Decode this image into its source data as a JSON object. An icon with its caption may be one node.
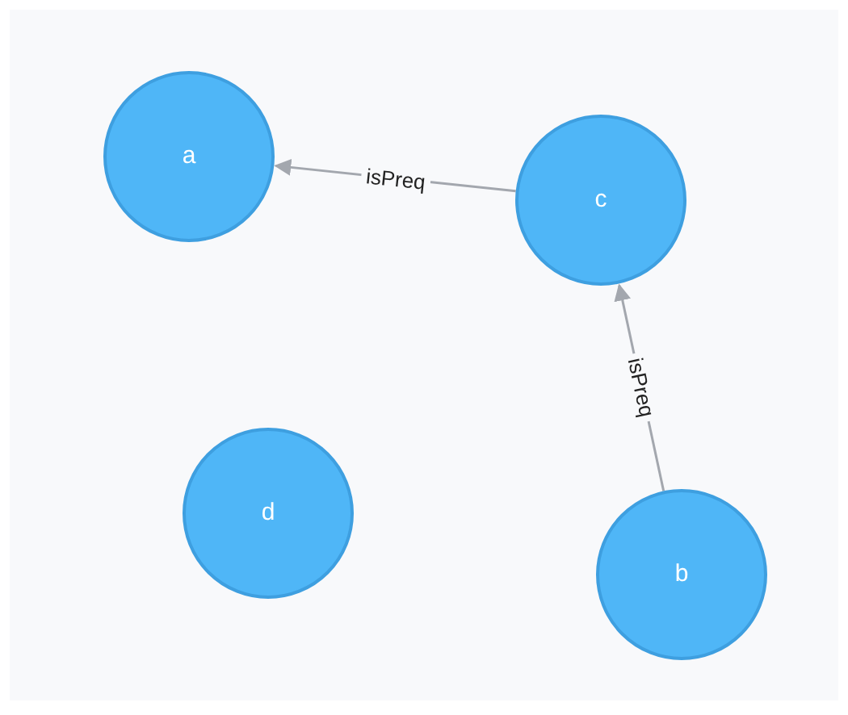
{
  "diagram": {
    "nodes": [
      {
        "text": [
          "a"
        ]
      },
      {
        "text": [
          "c"
        ]
      },
      {
        "text": [
          "d"
        ]
      },
      {
        "text": [
          "b"
        ]
      }
    ],
    "edges": [
      {
        "from": 1,
        "to": 0,
        "arrow": "to",
        "label": "isPreq"
      },
      {
        "from": 3,
        "to": 1,
        "arrow": "to",
        "label": "isPreq"
      }
    ]
  }
}
